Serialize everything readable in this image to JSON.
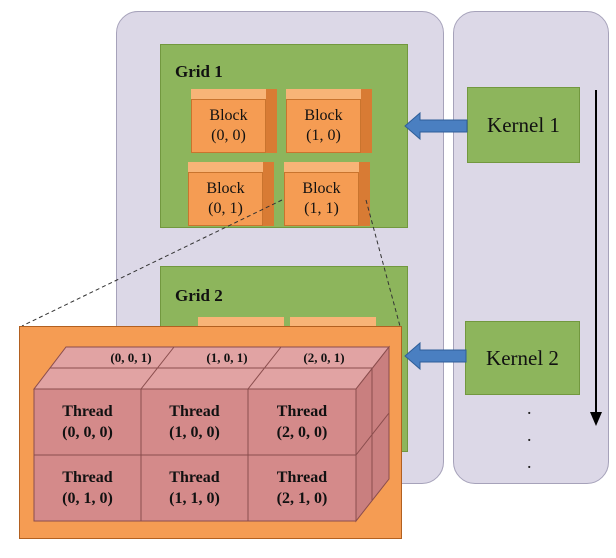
{
  "grids": [
    {
      "title": "Grid 1",
      "blocks": [
        {
          "line1": "Block",
          "line2": "(0, 0)"
        },
        {
          "line1": "Block",
          "line2": "(1, 0)"
        },
        {
          "line1": "Block",
          "line2": "(0, 1)"
        },
        {
          "line1": "Block",
          "line2": "(1, 1)"
        }
      ]
    },
    {
      "title": "Grid 2"
    }
  ],
  "kernels": [
    {
      "label": "Kernel 1"
    },
    {
      "label": "Kernel 2"
    }
  ],
  "ellipsis": ".",
  "block_detail": {
    "top_labels": [
      "(0, 0, 1)",
      "(1, 0, 1)",
      "(2, 0, 1)"
    ],
    "threads": [
      {
        "line1": "Thread",
        "line2": "(0, 0, 0)"
      },
      {
        "line1": "Thread",
        "line2": "(1, 0, 0)"
      },
      {
        "line1": "Thread",
        "line2": "(2, 0, 0)"
      },
      {
        "line1": "Thread",
        "line2": "(0, 1, 0)"
      },
      {
        "line1": "Thread",
        "line2": "(1, 1, 0)"
      },
      {
        "line1": "Thread",
        "line2": "(2, 1, 0)"
      }
    ]
  },
  "colors": {
    "device_bg": "#dcd8e7",
    "grid_green": "#8db55c",
    "block_orange": "#f59c53",
    "thread_pink": "#d48a8a",
    "arrow_blue": "#4a7fc1"
  }
}
